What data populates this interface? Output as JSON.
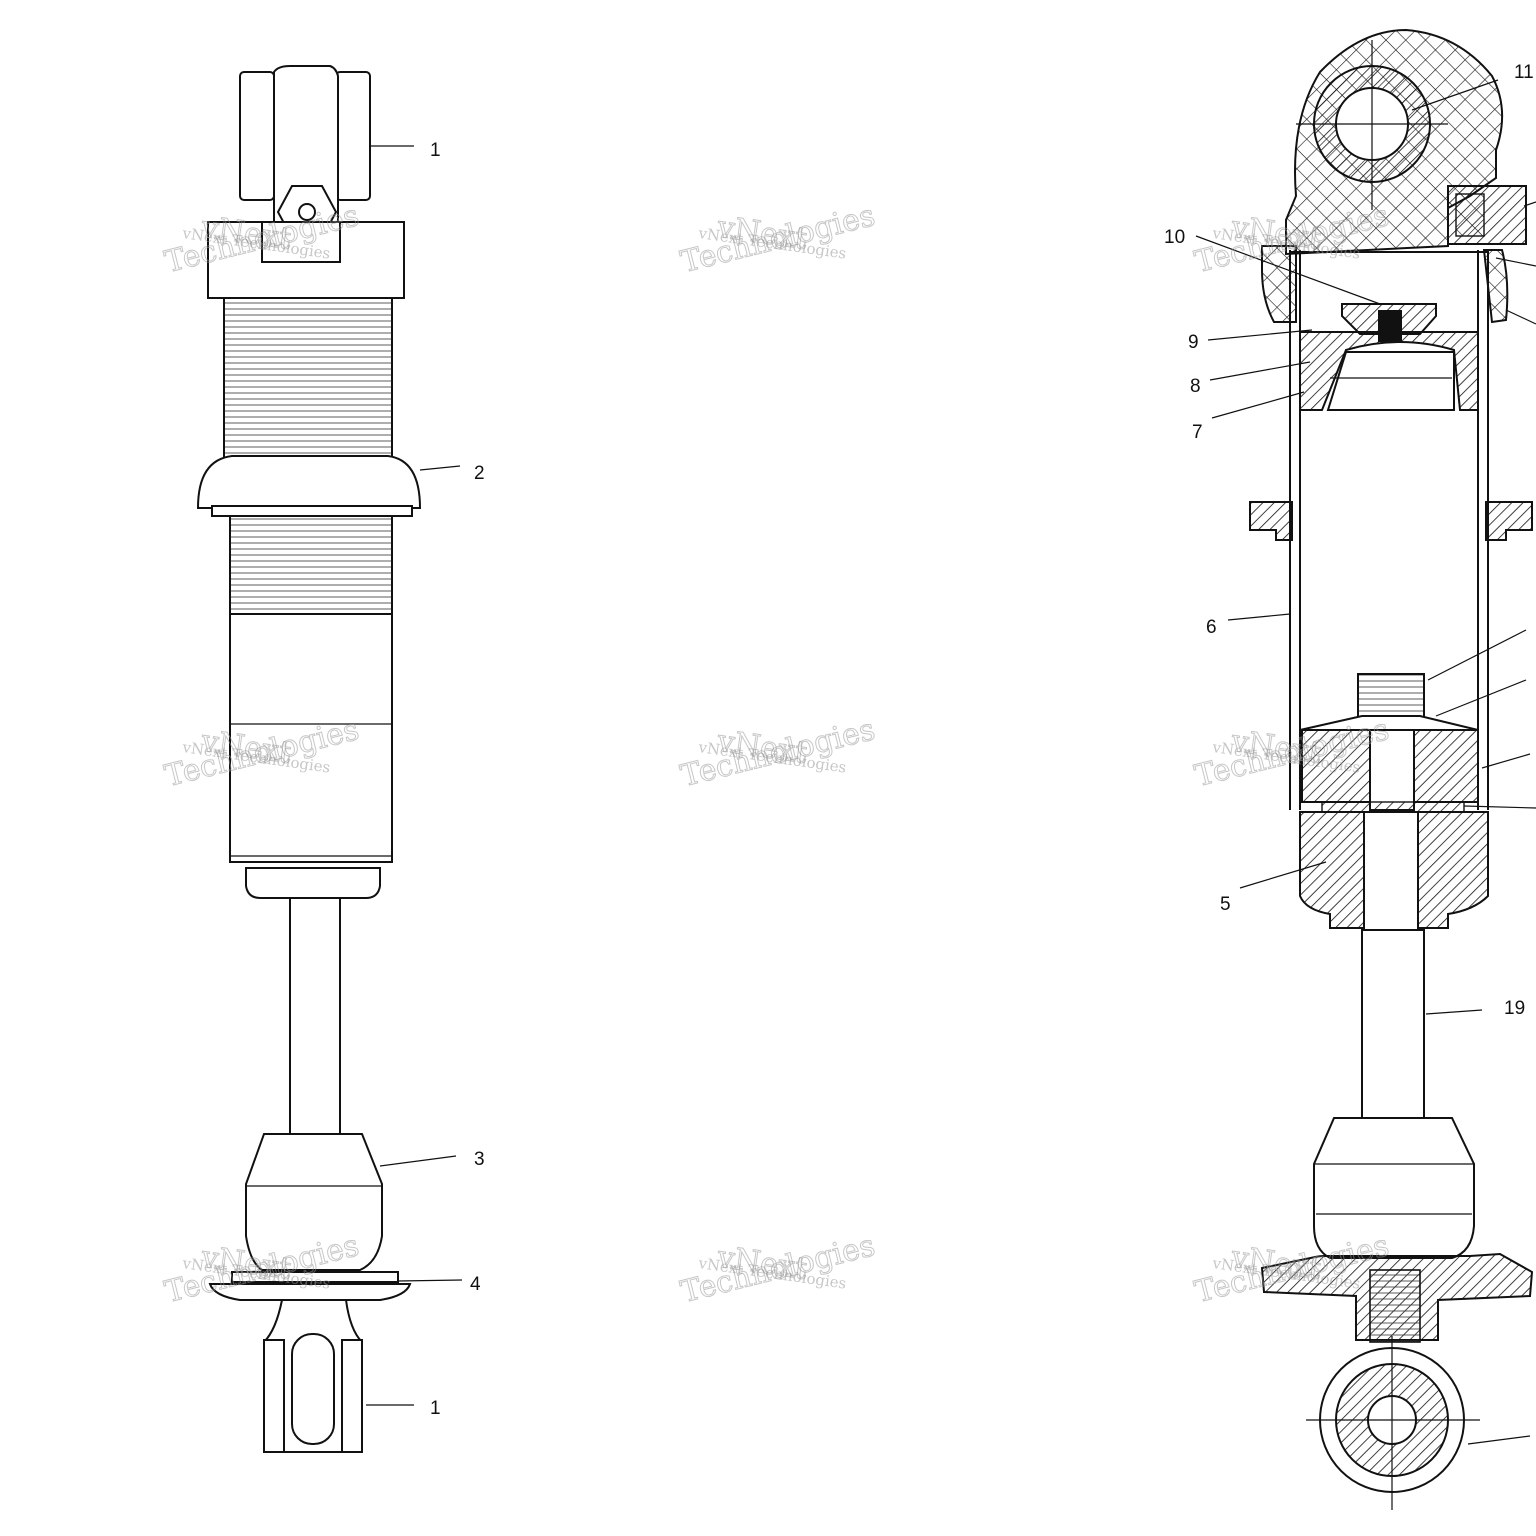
{
  "callouts_left": [
    {
      "id": "c1-top",
      "label": "1"
    },
    {
      "id": "c2",
      "label": "2"
    },
    {
      "id": "c3",
      "label": "3"
    },
    {
      "id": "c4",
      "label": "4"
    },
    {
      "id": "c1-bottom",
      "label": "1"
    }
  ],
  "callouts_right": [
    {
      "id": "c11",
      "label": "11"
    },
    {
      "id": "c10",
      "label": "10"
    },
    {
      "id": "c9",
      "label": "9"
    },
    {
      "id": "c8",
      "label": "8"
    },
    {
      "id": "c7",
      "label": "7"
    },
    {
      "id": "c6",
      "label": "6"
    },
    {
      "id": "c5",
      "label": "5"
    },
    {
      "id": "c19",
      "label": "19"
    }
  ],
  "watermark": {
    "line1": "vNext Technologies",
    "line2": "vNext",
    "line3": "Technologies"
  },
  "colors": {
    "ink": "#111111",
    "watermark": "#9a9a9a",
    "background": "#ffffff"
  }
}
